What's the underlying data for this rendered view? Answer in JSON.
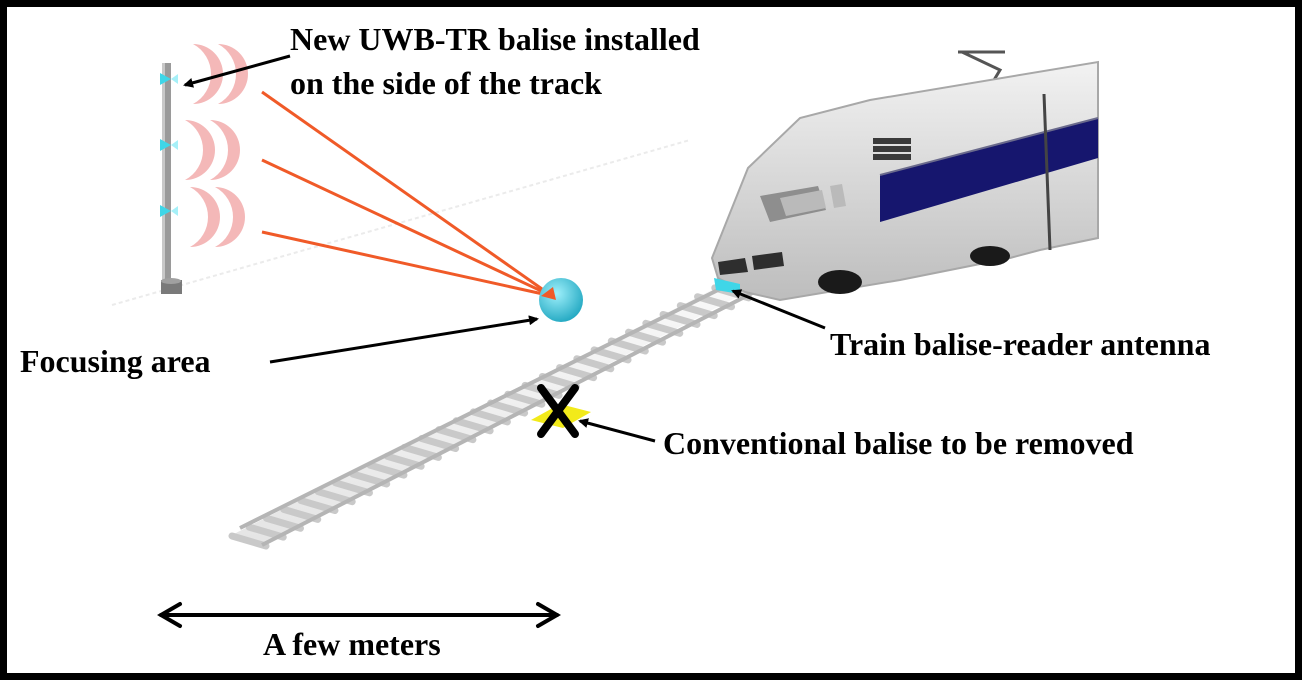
{
  "labels": {
    "new_balise_line1": "New UWB-TR balise installed",
    "new_balise_line2": "on the side of the track",
    "focusing_area": "Focusing area",
    "train_antenna": "Train balise-reader antenna",
    "conventional_balise": "Conventional balise to be removed",
    "scale": "A few meters"
  },
  "colors": {
    "border": "#000000",
    "ray": "#f05a28",
    "wave": "#f4b8b8",
    "emitter": "#3fd6e8",
    "focus": "#3cc8dc",
    "train_body": "#dcdcdc",
    "train_stripe": "#16166e",
    "old_balise": "#f2ea1a",
    "rail": "#d4d4d4"
  },
  "icons": {
    "pole": "pole-icon",
    "train": "train-icon",
    "removal_mark": "cross-icon"
  }
}
